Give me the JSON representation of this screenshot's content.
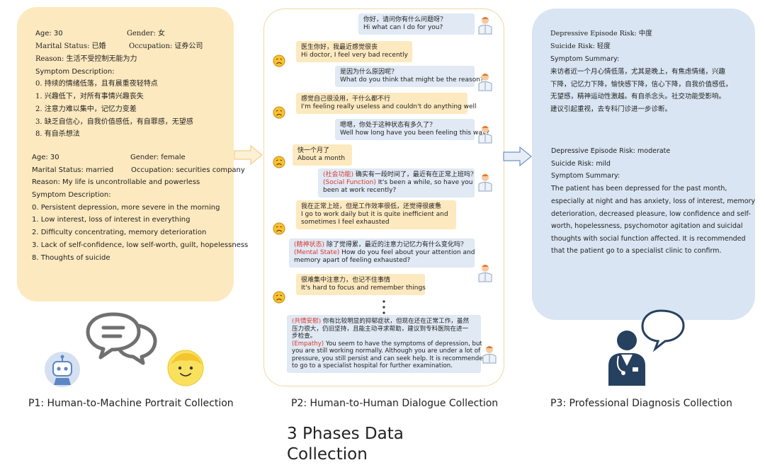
{
  "panel1": {
    "zh": {
      "age": "Age: 30",
      "gender": "Gender: 女",
      "marital": "Marital Status: 已婚",
      "occupation": "Occupation: 证券公司",
      "reason": "Reason: 生活不受控制无能为力",
      "symptom_header": "Symptom Description:",
      "symptoms": [
        "0. 持续的情绪低落，且有晨重夜轻特点",
        "1. 兴趣低下，对所有事情兴趣丧失",
        "2. 注意力难以集中，记忆力变差",
        "3. 缺乏自信心，自我价值感低，有自罪感，无望感",
        "8. 有自杀想法"
      ]
    },
    "en": {
      "age": "Age: 30",
      "gender": "Gender: female",
      "marital": "Marital Status: married",
      "occupation": "Occupation: securities company",
      "reason": "Reason: My life is uncontrollable and powerless",
      "symptom_header": "Symptom Description:",
      "symptoms": [
        "0. Persistent depression, more severe in the morning",
        "1. Low interest, loss of interest in everything",
        "2. Difficulty concentrating, memory deterioration",
        "3. Lack of self-confidence, low self-worth, guilt, hopelessness",
        "8. Thoughts of suicide"
      ]
    }
  },
  "panel2": {
    "d1_zh": "你好，请问你有什么问题呀?",
    "d1_en": "Hi what can I do for you?",
    "p1_zh": "医生你好，我最近感觉很丧",
    "p1_en": "Hi doctor, I feel very bad recently",
    "d2_zh": "是因为什么原因呢?",
    "d2_en": "What do you think that might be the reason?",
    "p2_zh": "感觉自己很没用，干什么都不行",
    "p2_en": "I'm feeling really useless and couldn't do anything well",
    "d3_zh": "嗯嗯，你处于这种状态有多久了?",
    "d3_en": "Well how long have you been feeling this way?",
    "p3_zh": "快一个月了",
    "p3_en": "About a month",
    "d4_tag_zh": "(社会功能)",
    "d4_zh": " 确实有一段时间了，最近有在正常上班吗?",
    "d4_tag_en": "(Social Function)",
    "d4_en": " It's been a while, so have you",
    "d4_en2": "been at work recently?",
    "p4_zh": "我在正常上班，但是工作效率很低，还觉得很疲惫",
    "p4_en": "I go to work daily but it is quite inefficient and",
    "p4_en2": "sometimes I feel exhausted",
    "d5_tag_zh": "(精神状态)",
    "d5_zh": " 除了觉得累，最近的注意力记忆力有什么变化吗?",
    "d5_tag_en": "(Mental State)",
    "d5_en": " How do you feel about your attention and",
    "d5_en2": "memory apart of feeling exhausted?",
    "p5_zh": "很难集中注意力，也记不住事情",
    "p5_en": "It's hard to focus and remember things",
    "d6_tag_zh": "(共情安慰)",
    "d6_zh1": " 你有比较明显的抑郁症状，但现在还在正常工作，虽然",
    "d6_zh2": "压力很大，仍旧坚持，且能主动寻求帮助，建议到专科医院在进一",
    "d6_zh3": "步检查。",
    "d6_tag_en": "(Empathy)",
    "d6_en1": " You seem to have the symptoms of depression, but",
    "d6_en2": "you are still working normally. Although you are under a lot of",
    "d6_en3": "pressure, you still persist and can seek help. It is recommended",
    "d6_en4": "to go to a specialist hospital for further examination."
  },
  "panel3": {
    "zh": {
      "risk": "Depressive Episode Risk: 中度",
      "suicide": "Suicide Risk: 轻度",
      "summary_header": "Symptom Summary:",
      "summary": [
        "来访者近一个月心情低落，尤其是晚上，有焦虑情绪，兴趣",
        "下降，记忆力下降，愉快感下降，信心下降，自我价值感低，",
        "无望感，精神运动性激越。有自杀念头。社交功能受影响。",
        "建议引起重视，去专科门诊进一步诊断。"
      ]
    },
    "en": {
      "risk": "Depressive Episode Risk: moderate",
      "suicide": "Suicide Risk: mild",
      "summary_header": "Symptom Summary:",
      "summary": [
        "The patient has been depressed for the past month,",
        "especially at night and has anxiety, loss of interest, memory",
        "deterioration, decreased pleasure, low confidence and self-",
        "worth, hopelessness, psychomotor agitation and suicidal",
        "thoughts with social function affected. It is recommended",
        "that the patient  go to a specialist clinic to confirm."
      ]
    }
  },
  "captions": {
    "p1": "P1: Human-to-Machine Portrait Collection",
    "p2": "P2: Human-to-Human Dialogue Collection",
    "p3": "P3: Professional Diagnosis Collection"
  },
  "title": "3 Phases Data Collection",
  "icons": {
    "doctor": "doctor-avatar-icon",
    "patient": "sad-face-icon",
    "robot": "robot-icon",
    "chat": "chat-bubbles-icon",
    "smile": "smiling-face-icon",
    "clinician": "clinician-icon"
  },
  "colors": {
    "portrait_bg": "#fde9bf",
    "diagnosis_bg": "#d9e5f3",
    "doctor_bubble": "#e0e9f4",
    "patient_bubble": "#fde9bf",
    "highlight": "#d9362b"
  }
}
